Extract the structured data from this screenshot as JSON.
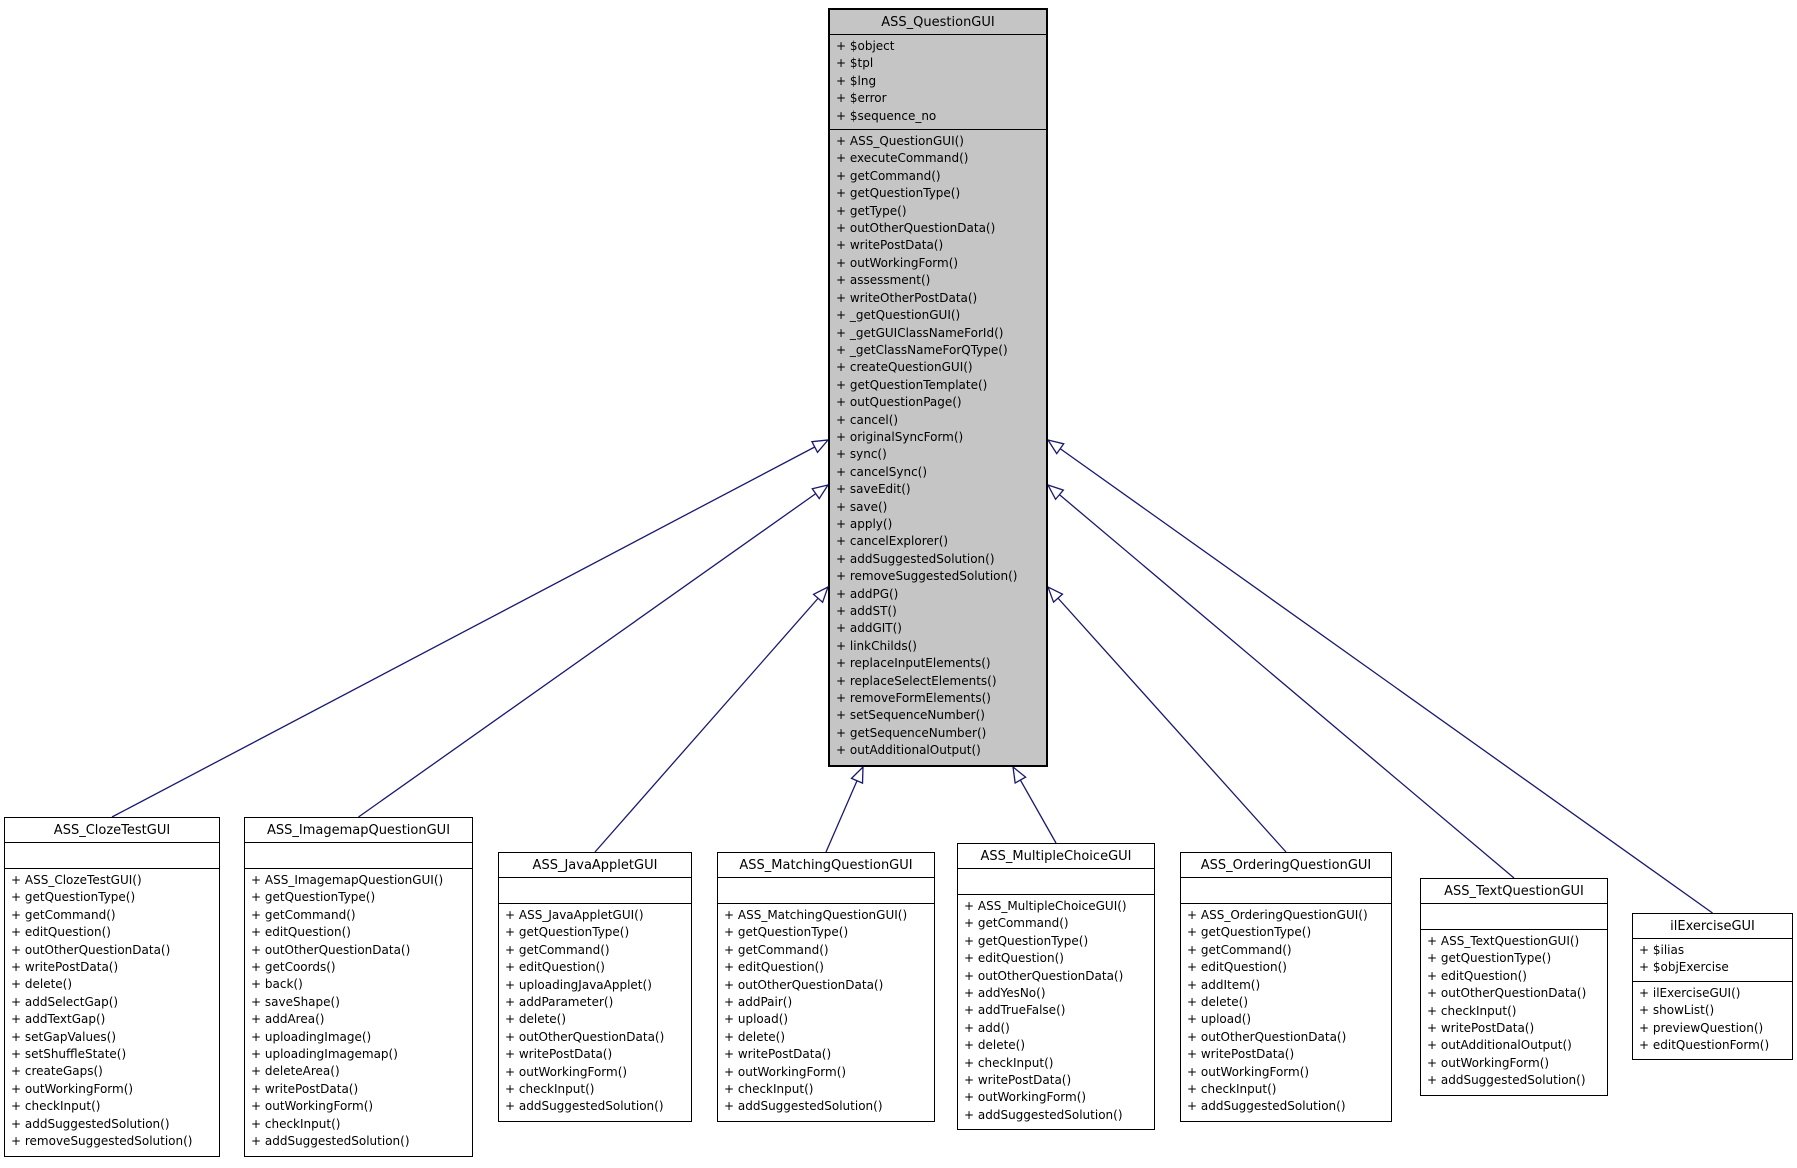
{
  "diagram_type": "uml-class-inheritance-graph",
  "colors": {
    "background": "#ffffff",
    "node_fill": "#ffffff",
    "highlight_node_fill": "#c5c5c5",
    "border": "#000000",
    "edge": "#191970"
  },
  "classes": [
    {
      "id": "ASS_QuestionGUI",
      "name": "ASS_QuestionGUI",
      "highlight": true,
      "attributes": [
        "+ $object",
        "+ $tpl",
        "+ $lng",
        "+ $error",
        "+ $sequence_no"
      ],
      "methods": [
        "+ ASS_QuestionGUI()",
        "+ executeCommand()",
        "+ getCommand()",
        "+ getQuestionType()",
        "+ getType()",
        "+ outOtherQuestionData()",
        "+ writePostData()",
        "+ outWorkingForm()",
        "+ assessment()",
        "+ writeOtherPostData()",
        "+ _getQuestionGUI()",
        "+ _getGUIClassNameForId()",
        "+ _getClassNameForQType()",
        "+ createQuestionGUI()",
        "+ getQuestionTemplate()",
        "+ outQuestionPage()",
        "+ cancel()",
        "+ originalSyncForm()",
        "+ sync()",
        "+ cancelSync()",
        "+ saveEdit()",
        "+ save()",
        "+ apply()",
        "+ cancelExplorer()",
        "+ addSuggestedSolution()",
        "+ removeSuggestedSolution()",
        "+ addPG()",
        "+ addST()",
        "+ addGIT()",
        "+ linkChilds()",
        "+ replaceInputElements()",
        "+ replaceSelectElements()",
        "+ removeFormElements()",
        "+ setSequenceNumber()",
        "+ getSequenceNumber()",
        "+ outAdditionalOutput()"
      ]
    },
    {
      "id": "ASS_ClozeTestGUI",
      "name": "ASS_ClozeTestGUI",
      "highlight": false,
      "attributes": [],
      "methods": [
        "+ ASS_ClozeTestGUI()",
        "+ getQuestionType()",
        "+ getCommand()",
        "+ editQuestion()",
        "+ outOtherQuestionData()",
        "+ writePostData()",
        "+ delete()",
        "+ addSelectGap()",
        "+ addTextGap()",
        "+ setGapValues()",
        "+ setShuffleState()",
        "+ createGaps()",
        "+ outWorkingForm()",
        "+ checkInput()",
        "+ addSuggestedSolution()",
        "+ removeSuggestedSolution()"
      ]
    },
    {
      "id": "ASS_ImagemapQuestionGUI",
      "name": "ASS_ImagemapQuestionGUI",
      "highlight": false,
      "attributes": [],
      "methods": [
        "+ ASS_ImagemapQuestionGUI()",
        "+ getQuestionType()",
        "+ getCommand()",
        "+ editQuestion()",
        "+ outOtherQuestionData()",
        "+ getCoords()",
        "+ back()",
        "+ saveShape()",
        "+ addArea()",
        "+ uploadingImage()",
        "+ uploadingImagemap()",
        "+ deleteArea()",
        "+ writePostData()",
        "+ outWorkingForm()",
        "+ checkInput()",
        "+ addSuggestedSolution()"
      ]
    },
    {
      "id": "ASS_JavaAppletGUI",
      "name": "ASS_JavaAppletGUI",
      "highlight": false,
      "attributes": [],
      "methods": [
        "+ ASS_JavaAppletGUI()",
        "+ getQuestionType()",
        "+ getCommand()",
        "+ editQuestion()",
        "+ uploadingJavaApplet()",
        "+ addParameter()",
        "+ delete()",
        "+ outOtherQuestionData()",
        "+ writePostData()",
        "+ outWorkingForm()",
        "+ checkInput()",
        "+ addSuggestedSolution()"
      ]
    },
    {
      "id": "ASS_MatchingQuestionGUI",
      "name": "ASS_MatchingQuestionGUI",
      "highlight": false,
      "attributes": [],
      "methods": [
        "+ ASS_MatchingQuestionGUI()",
        "+ getQuestionType()",
        "+ getCommand()",
        "+ editQuestion()",
        "+ outOtherQuestionData()",
        "+ addPair()",
        "+ upload()",
        "+ delete()",
        "+ writePostData()",
        "+ outWorkingForm()",
        "+ checkInput()",
        "+ addSuggestedSolution()"
      ]
    },
    {
      "id": "ASS_MultipleChoiceGUI",
      "name": "ASS_MultipleChoiceGUI",
      "highlight": false,
      "attributes": [],
      "methods": [
        "+ ASS_MultipleChoiceGUI()",
        "+ getCommand()",
        "+ getQuestionType()",
        "+ editQuestion()",
        "+ outOtherQuestionData()",
        "+ addYesNo()",
        "+ addTrueFalse()",
        "+ add()",
        "+ delete()",
        "+ checkInput()",
        "+ writePostData()",
        "+ outWorkingForm()",
        "+ addSuggestedSolution()"
      ]
    },
    {
      "id": "ASS_OrderingQuestionGUI",
      "name": "ASS_OrderingQuestionGUI",
      "highlight": false,
      "attributes": [],
      "methods": [
        "+ ASS_OrderingQuestionGUI()",
        "+ getQuestionType()",
        "+ getCommand()",
        "+ editQuestion()",
        "+ addItem()",
        "+ delete()",
        "+ upload()",
        "+ outOtherQuestionData()",
        "+ writePostData()",
        "+ outWorkingForm()",
        "+ checkInput()",
        "+ addSuggestedSolution()"
      ]
    },
    {
      "id": "ASS_TextQuestionGUI",
      "name": "ASS_TextQuestionGUI",
      "highlight": false,
      "attributes": [],
      "methods": [
        "+ ASS_TextQuestionGUI()",
        "+ getQuestionType()",
        "+ editQuestion()",
        "+ outOtherQuestionData()",
        "+ checkInput()",
        "+ writePostData()",
        "+ outAdditionalOutput()",
        "+ outWorkingForm()",
        "+ addSuggestedSolution()"
      ]
    },
    {
      "id": "ilExerciseGUI",
      "name": "ilExerciseGUI",
      "highlight": false,
      "attributes": [
        "+ $ilias",
        "+ $objExercise"
      ],
      "methods": [
        "+ ilExerciseGUI()",
        "+ showList()",
        "+ previewQuestion()",
        "+ editQuestionForm()"
      ]
    }
  ],
  "edges": [
    {
      "from": "ASS_ClozeTestGUI",
      "to": "ASS_QuestionGUI"
    },
    {
      "from": "ASS_ImagemapQuestionGUI",
      "to": "ASS_QuestionGUI"
    },
    {
      "from": "ASS_JavaAppletGUI",
      "to": "ASS_QuestionGUI"
    },
    {
      "from": "ASS_MatchingQuestionGUI",
      "to": "ASS_QuestionGUI"
    },
    {
      "from": "ASS_MultipleChoiceGUI",
      "to": "ASS_QuestionGUI"
    },
    {
      "from": "ASS_OrderingQuestionGUI",
      "to": "ASS_QuestionGUI"
    },
    {
      "from": "ASS_TextQuestionGUI",
      "to": "ASS_QuestionGUI"
    },
    {
      "from": "ilExerciseGUI",
      "to": "ASS_QuestionGUI"
    }
  ]
}
